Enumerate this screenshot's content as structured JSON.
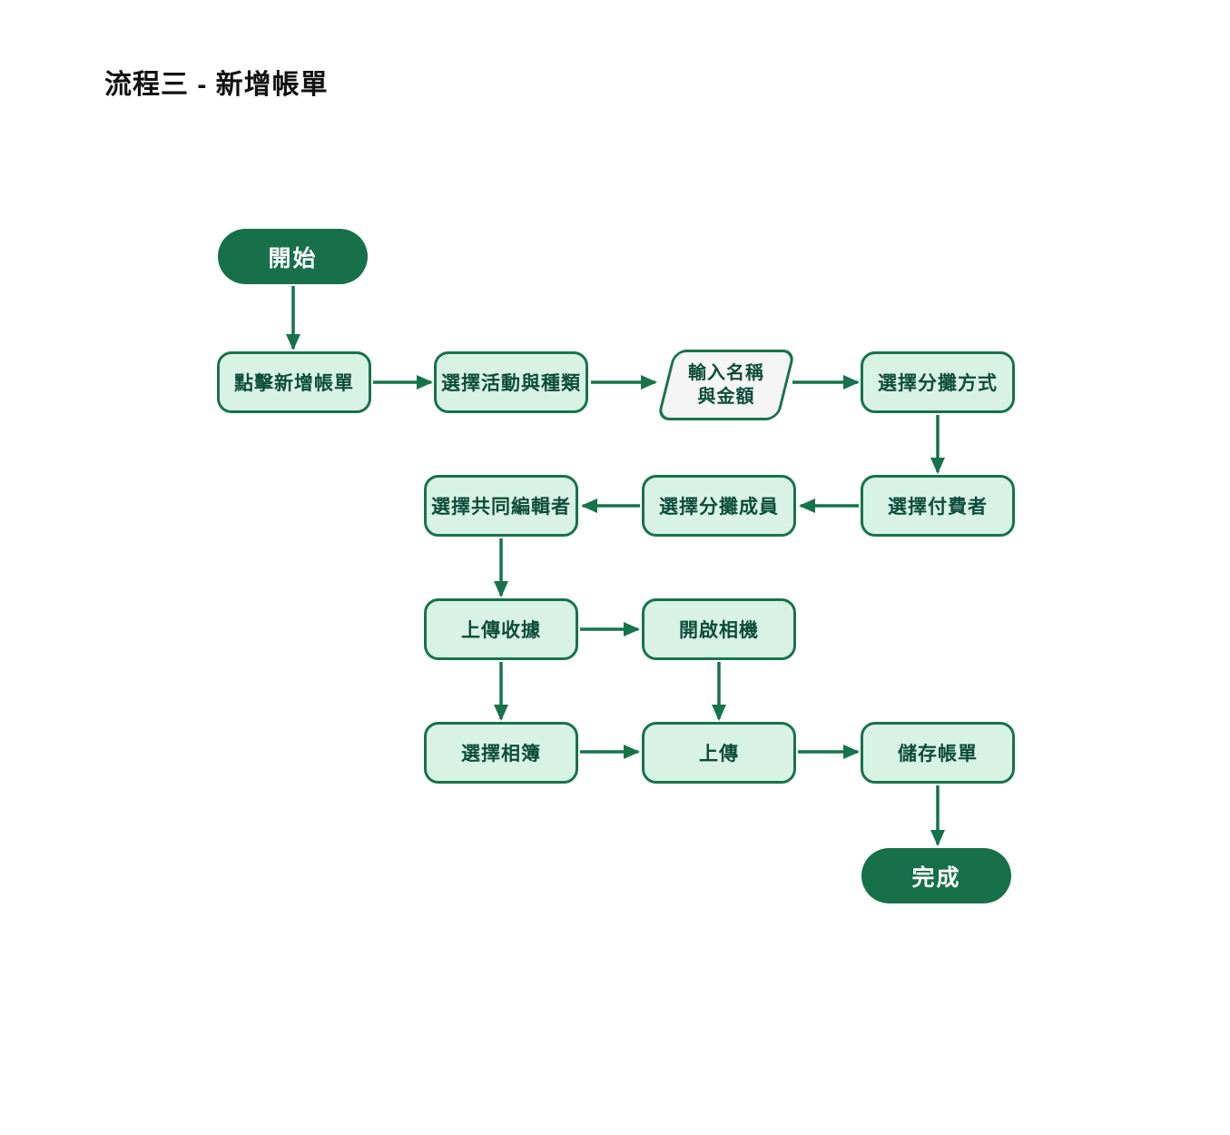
{
  "title": "流程三 - 新增帳單",
  "colors": {
    "accent": "#17734b",
    "node_fill": "#d9f2e6",
    "node_text": "#0d4d39",
    "io_fill": "#f5f5f5",
    "terminal_fill": "#17704a",
    "terminal_text": "#ffffff",
    "title_color": "#111111",
    "background": "#ffffff"
  },
  "flowchart": {
    "nodes": [
      {
        "id": "start",
        "type": "terminal",
        "label": "開始"
      },
      {
        "id": "click-add-bill",
        "type": "process",
        "label": "點擊新增帳單"
      },
      {
        "id": "select-activity-category",
        "type": "process",
        "label": "選擇活動與種類"
      },
      {
        "id": "input-name-amount",
        "type": "io",
        "label": "輸入名稱\n與金額"
      },
      {
        "id": "select-split-method",
        "type": "process",
        "label": "選擇分攤方式"
      },
      {
        "id": "select-payer",
        "type": "process",
        "label": "選擇付費者"
      },
      {
        "id": "select-split-members",
        "type": "process",
        "label": "選擇分攤成員"
      },
      {
        "id": "select-co-editors",
        "type": "process",
        "label": "選擇共同編輯者"
      },
      {
        "id": "upload-receipt",
        "type": "process",
        "label": "上傳收據"
      },
      {
        "id": "open-camera",
        "type": "process",
        "label": "開啟相機"
      },
      {
        "id": "select-album",
        "type": "process",
        "label": "選擇相簿"
      },
      {
        "id": "upload",
        "type": "process",
        "label": "上傳"
      },
      {
        "id": "save-bill",
        "type": "process",
        "label": "儲存帳單"
      },
      {
        "id": "done",
        "type": "terminal",
        "label": "完成"
      }
    ],
    "edges": [
      {
        "from": "start",
        "to": "click-add-bill"
      },
      {
        "from": "click-add-bill",
        "to": "select-activity-category"
      },
      {
        "from": "select-activity-category",
        "to": "input-name-amount"
      },
      {
        "from": "input-name-amount",
        "to": "select-split-method"
      },
      {
        "from": "select-split-method",
        "to": "select-payer"
      },
      {
        "from": "select-payer",
        "to": "select-split-members"
      },
      {
        "from": "select-split-members",
        "to": "select-co-editors"
      },
      {
        "from": "select-co-editors",
        "to": "upload-receipt"
      },
      {
        "from": "upload-receipt",
        "to": "open-camera"
      },
      {
        "from": "upload-receipt",
        "to": "select-album"
      },
      {
        "from": "open-camera",
        "to": "upload"
      },
      {
        "from": "select-album",
        "to": "upload"
      },
      {
        "from": "upload",
        "to": "save-bill"
      },
      {
        "from": "save-bill",
        "to": "done"
      }
    ]
  }
}
